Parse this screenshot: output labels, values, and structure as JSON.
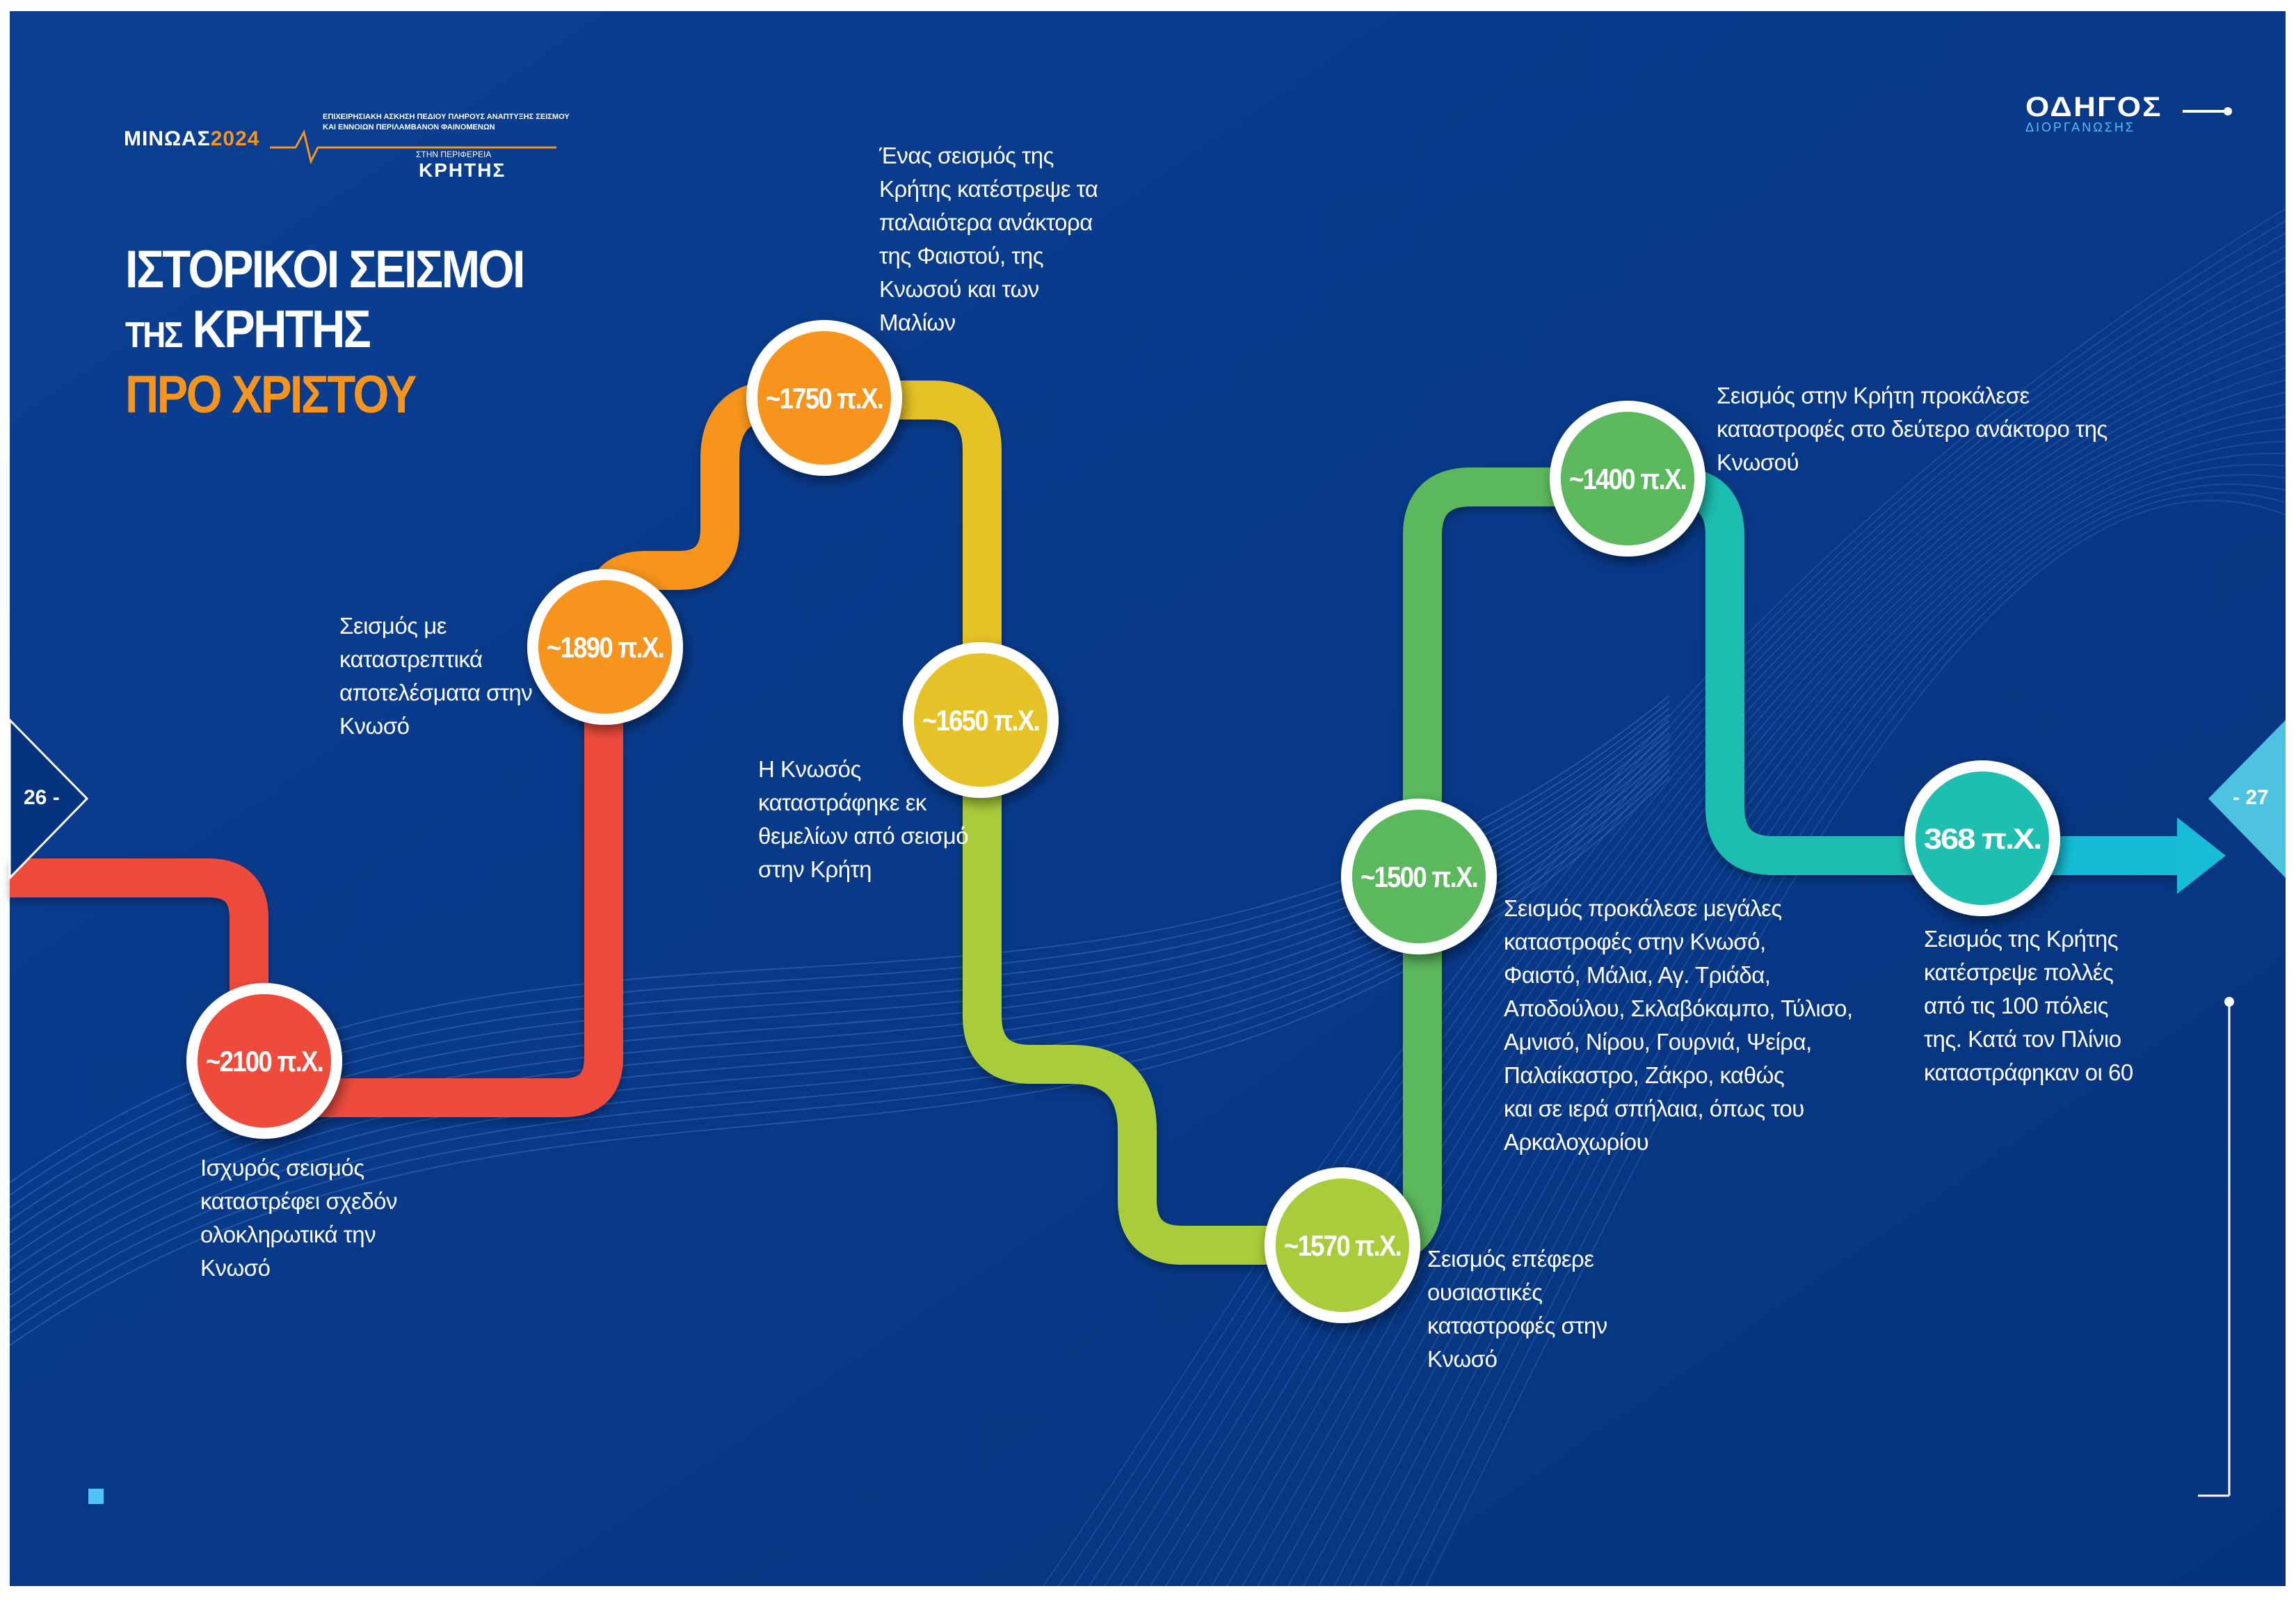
{
  "header": {
    "logo_main": "ΜΙΝΩΑΣ",
    "logo_year": "2024",
    "logo_subtitle": "ΕΠΙΧΕΙΡΗΣΙΑΚΗ ΑΣΚΗΣΗ ΠΕΔΙΟΥ ΠΛΗΡΟΥΣ ΑΝΑΠΤΥΞΗΣ ΣΕΙΣΜΟΥ ΚΑΙ ΕΝΝΟΙΩΝ ΠΕΡΙΛΑΜΒΑΝΟΝ ΦΑΙΝΟΜΕΝΩΝ",
    "logo_region": "ΣΤΗΝ ΠΕΡΙΦΕΡΕΙΑ",
    "logo_crete": "ΚΡΗΤΗΣ",
    "guide_title": "ΟΔΗΓΟΣ",
    "guide_subtitle": "ΔΙΟΡΓΑΝΩΣΗΣ"
  },
  "title": {
    "line1": "ΙΣΤΟΡΙΚΟΙ ΣΕΙΣΜΟΙ",
    "line2_small": "ΤΗΣ",
    "line2_big": "ΚΡΗΤΗΣ",
    "line3": "ΠΡΟ ΧΡΙΣΤΟΥ"
  },
  "pages": {
    "left": "26 -",
    "right": "- 27"
  },
  "colors": {
    "background": "#083a8c",
    "red": "#ef4b3c",
    "orange": "#f7941d",
    "yellow": "#e5c228",
    "lime": "#a9cc3a",
    "green": "#5cb85c",
    "teal": "#1ebeb1",
    "cyan": "#19bcd6"
  },
  "events": [
    {
      "label": "~2100 π.Χ.",
      "description": "Ισχυρός σεισμός\nκαταστρέφει σχεδόν\nολοκληρωτικά την\nΚνωσό"
    },
    {
      "label": "~1890 π.Χ.",
      "description": "Σεισμός με\nκαταστρεπτικά\nαποτελέσματα στην\nΚνωσό"
    },
    {
      "label": "~1750 π.Χ.",
      "description": "Ένας σεισμός της\nΚρήτης κατέστρεψε τα\nπαλαιότερα ανάκτορα\nτης Φαιστού, της\nΚνωσού και των\nΜαλίων"
    },
    {
      "label": "~1650 π.Χ.",
      "description": "Η Κνωσός\nκαταστράφηκε εκ\nθεμελίων από σεισμό\nστην Κρήτη"
    },
    {
      "label": "~1570 π.Χ.",
      "description": "Σεισμός επέφερε\nουσιαστικές\nκαταστροφές στην\nΚνωσό"
    },
    {
      "label": "~1500 π.Χ.",
      "description": "Σεισμός προκάλεσε μεγάλες\nκαταστροφές στην Κνωσό,\nΦαιστό, Μάλια, Αγ. Τριάδα,\nΑποδούλου, Σκλαβόκαμπο, Τύλισο,\nΑμνισό, Νίρου, Γουρνιά, Ψείρα,\nΠαλαίκαστρο, Ζάκρο, καθώς\nκαι σε ιερά σπήλαια, όπως του\nΑρκαλοχωρίου"
    },
    {
      "label": "~1400 π.Χ.",
      "description": "Σεισμός στην Κρήτη προκάλεσε\nκαταστροφές στο δεύτερο ανάκτορο της\nΚνωσού"
    },
    {
      "label": "368 π.Χ.",
      "description": "Σεισμός της Κρήτης\nκατέστρεψε πολλές\nαπό τις 100 πόλεις\nτης. Κατά τον Πλίνιο\nκαταστράφηκαν οι 60"
    }
  ]
}
